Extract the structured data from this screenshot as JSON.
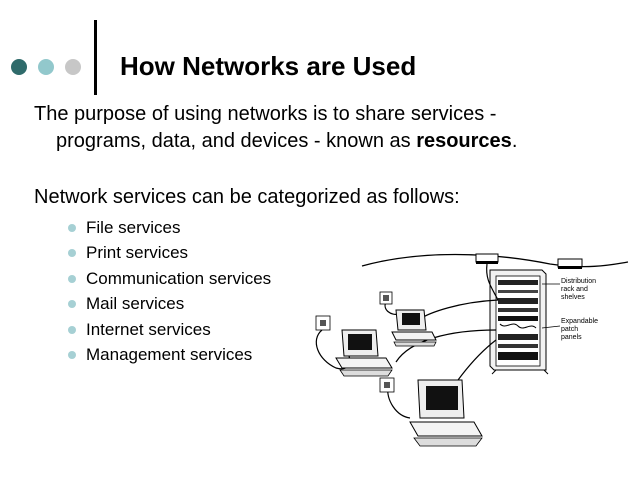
{
  "slide": {
    "title": "How Networks are Used",
    "intro_line1": "The purpose of using networks is to share services -",
    "intro_line2_prefix": "programs, data, and devices - known as ",
    "intro_line2_bold": "resources",
    "intro_line2_suffix": ".",
    "categories_intro": "Network services can be categorized as follows:",
    "bullets": [
      "File services",
      "Print services",
      "Communication services",
      "Mail services",
      "Internet services",
      "Management services"
    ]
  },
  "diagram": {
    "label_distribution_1": "Distribution",
    "label_distribution_2": "rack and",
    "label_distribution_3": "shelves",
    "label_patch_1": "Expandable",
    "label_patch_2": "patch",
    "label_patch_3": "panels"
  },
  "colors": {
    "dot_dark": "#2f6b6b",
    "dot_teal": "#92c8cc",
    "dot_gray": "#c7c7c7",
    "bullet": "#a6d0d4"
  },
  "icons": [
    "network-diagram-illustration",
    "computer-icon",
    "server-rack-icon"
  ]
}
